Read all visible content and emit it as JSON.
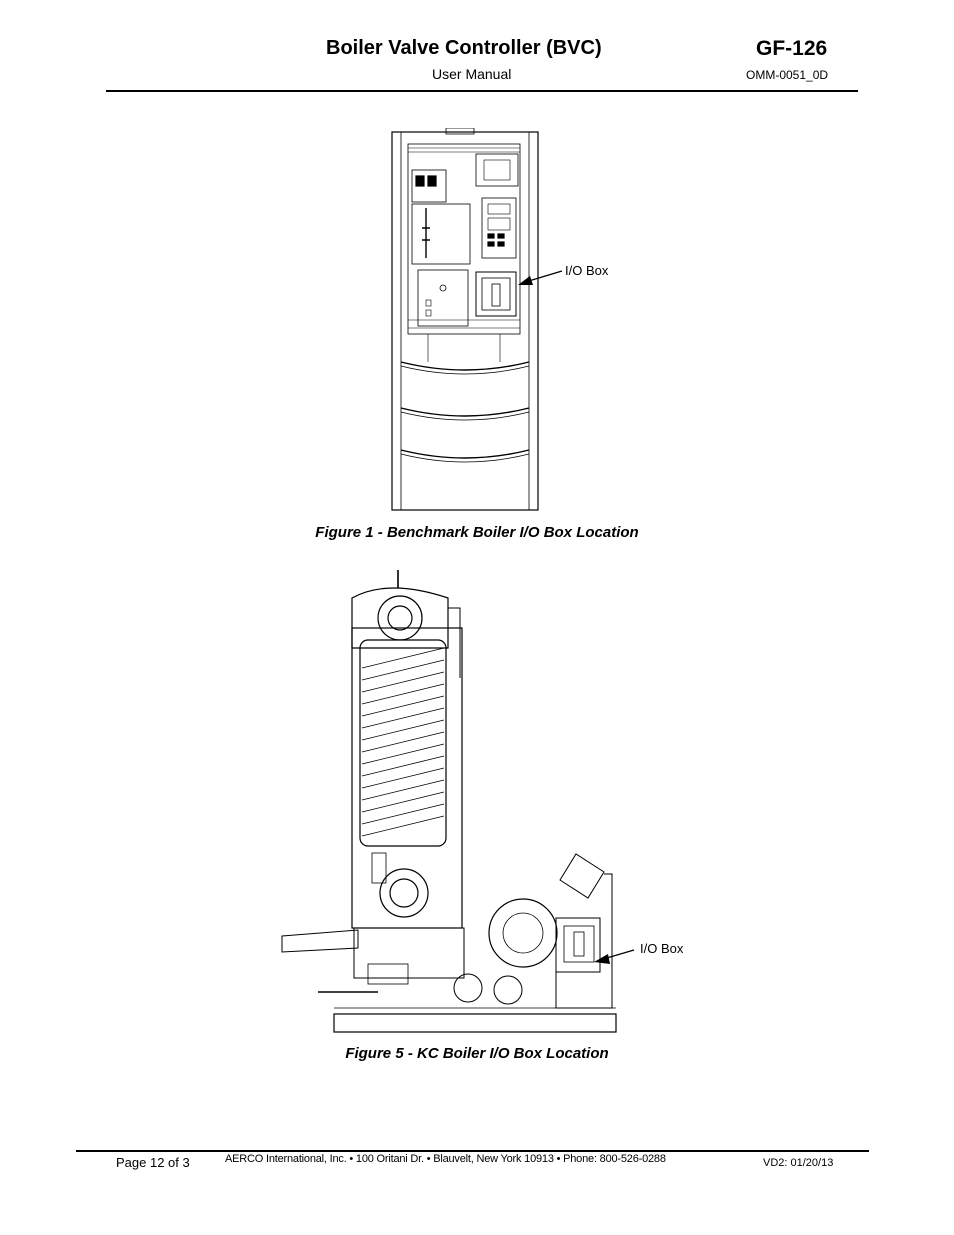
{
  "header": {
    "title": "Boiler Valve Controller (BVC)",
    "subtitle": "User Manual",
    "code": "GF-126",
    "doc_number": "OMM-0051_0D"
  },
  "figures": [
    {
      "caption": "Figure 1 - Benchmark Boiler I/O Box Location",
      "callout": "I/O Box"
    },
    {
      "caption": "Figure 5 - KC Boiler I/O Box Location",
      "callout": "I/O Box"
    }
  ],
  "footer": {
    "page": "Page 12 of 3",
    "address": "AERCO International, Inc. • 100 Oritani Dr. •  Blauvelt, New York 10913 • Phone: 800-526-0288",
    "version": "VD2: 01/20/13"
  }
}
